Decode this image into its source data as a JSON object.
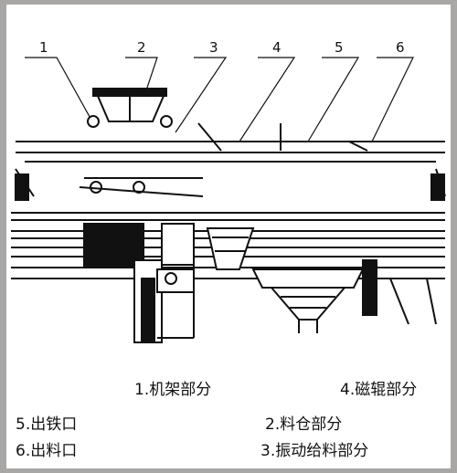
{
  "callouts": [
    "1",
    "2",
    "3",
    "4",
    "5",
    "6"
  ],
  "legend": {
    "item1": "1.机架部分",
    "item2": "2.料仓部分",
    "item3": "3.振动给料部分",
    "item4": "4.磁辊部分",
    "item5": "5.出铁口",
    "item6": "6.出料口"
  },
  "partial_text": {
    "mid_row2": "2.料仓部分"
  }
}
